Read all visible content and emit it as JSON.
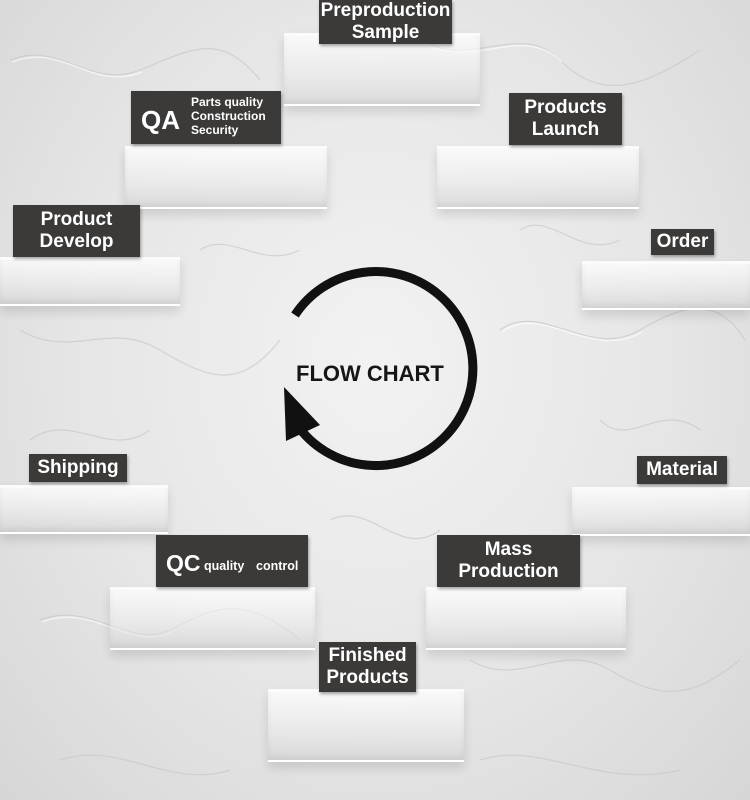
{
  "center": {
    "title": "FLOW CHART"
  },
  "steps": {
    "preproduction": {
      "line1": "Preproduction",
      "line2": "Sample"
    },
    "products_launch": {
      "line1": "Products",
      "line2": "Launch"
    },
    "order": {
      "line1": "Order"
    },
    "material": {
      "line1": "Material"
    },
    "mass_production": {
      "line1": "Mass",
      "line2": "Production"
    },
    "finished_products": {
      "line1": "Finished",
      "line2": "Products"
    },
    "shipping": {
      "line1": "Shipping"
    },
    "product_develop": {
      "line1": "Product",
      "line2": "Develop"
    }
  },
  "qa": {
    "abbr": "QA",
    "lines": [
      "Parts quality",
      "Construction",
      "Security"
    ]
  },
  "qc": {
    "abbr": "QC",
    "word1": "quality",
    "word2": "control"
  },
  "colors": {
    "label_bg": "#3c3a38",
    "label_text": "#ffffff",
    "arrow": "#111111"
  }
}
